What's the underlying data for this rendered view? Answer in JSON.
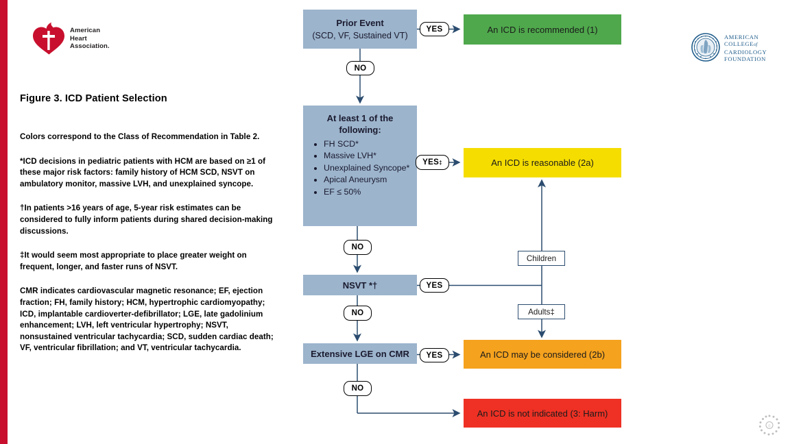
{
  "page": {
    "edge_stripe_color": "#C8102E",
    "background": "#ffffff"
  },
  "logos": {
    "aha": {
      "name": "american-heart-association-logo",
      "line1": "American",
      "line2": "Heart",
      "line3": "Association.",
      "mark_color": "#C8102E"
    },
    "acc": {
      "name": "american-college-of-cardiology-foundation-logo",
      "line1": "AMERICAN",
      "line2": "COLLEGE",
      "line2_sm": "of",
      "line3": "CARDIOLOGY",
      "line4": "FOUNDATION",
      "color": "#1F5C8B"
    },
    "watermark": {
      "name": "circular-watermark"
    }
  },
  "figure": {
    "title": "Figure 3. ICD Patient Selection",
    "notes": [
      "Colors correspond to the Class of Recommendation in Table 2.",
      "*ICD decisions in pediatric patients with HCM are based on ≥1 of these major risk factors: family history of HCM SCD, NSVT on ambulatory monitor, massive LVH, and unexplained syncope.",
      "†In patients >16 years of age, 5-year risk estimates can be considered to fully inform patients during shared decision-making discussions.",
      "‡It would seem most appropriate to place greater weight on frequent, longer, and faster runs of NSVT.",
      "CMR indicates cardiovascular magnetic resonance; EF, ejection fraction; FH, family history; HCM, hypertrophic cardiomyopathy; ICD, implantable cardioverter-defibrillator; LGE, late gadolinium enhancement; LVH, left ventricular hypertrophy; NSVT, nonsustained ventricular tachycardia; SCD, sudden cardiac death; VF, ventricular fibrillation; and VT, ventricular tachycardia."
    ]
  },
  "chart_data": {
    "type": "diagram",
    "title": "Figure 3. ICD Patient Selection",
    "colors": {
      "decision": "#9CB4CC",
      "class_1_green": "#4FA84C",
      "class_2a_yellow": "#F5DD00",
      "class_2b_orange": "#F5A21E",
      "class_3_red": "#EE3124",
      "connector": "#2B4C6F"
    },
    "nodes": [
      {
        "id": "prior-event",
        "kind": "decision",
        "title": "Prior Event",
        "subtitle": "(SCD, VF, Sustained VT)"
      },
      {
        "id": "criteria",
        "kind": "decision",
        "title": "At least 1 of the following:",
        "bullets": [
          "FH SCD*",
          "Massive LVH*",
          "Unexplained Syncope*",
          "Apical Aneurysm",
          "EF ≤ 50%"
        ]
      },
      {
        "id": "nsvt",
        "kind": "decision",
        "title": "NSVT *†"
      },
      {
        "id": "lge",
        "kind": "decision",
        "title": "Extensive LGE on CMR"
      },
      {
        "id": "recommended",
        "kind": "outcome",
        "color": "green",
        "label": "An ICD is recommended (1)"
      },
      {
        "id": "reasonable",
        "kind": "outcome",
        "color": "yellow",
        "label": "An ICD is reasonable (2a)"
      },
      {
        "id": "considered",
        "kind": "outcome",
        "color": "orange",
        "label": "An ICD may be considered (2b)"
      },
      {
        "id": "not-indicated",
        "kind": "outcome",
        "color": "red",
        "label": "An ICD is not indicated (3: Harm)"
      },
      {
        "id": "children",
        "kind": "branch",
        "label": "Children"
      },
      {
        "id": "adults",
        "kind": "branch",
        "label": "Adults‡"
      }
    ],
    "edges": [
      {
        "from": "prior-event",
        "to": "recommended",
        "label": "YES"
      },
      {
        "from": "prior-event",
        "to": "criteria",
        "label": "NO"
      },
      {
        "from": "criteria",
        "to": "reasonable",
        "label": "YES‡"
      },
      {
        "from": "criteria",
        "to": "nsvt",
        "label": "NO"
      },
      {
        "from": "nsvt",
        "to": "children",
        "label": "YES"
      },
      {
        "from": "children",
        "to": "reasonable",
        "label": ""
      },
      {
        "from": "nsvt",
        "to": "adults",
        "label": "YES"
      },
      {
        "from": "adults",
        "to": "considered",
        "label": ""
      },
      {
        "from": "nsvt",
        "to": "lge",
        "label": "NO"
      },
      {
        "from": "lge",
        "to": "considered",
        "label": "YES"
      },
      {
        "from": "lge",
        "to": "not-indicated",
        "label": "NO"
      }
    ]
  },
  "flow": {
    "prior_event": {
      "title": "Prior Event",
      "subtitle": "(SCD, VF, Sustained VT)"
    },
    "criteria": {
      "header": "At least 1 of the following:",
      "bullets": [
        "FH SCD*",
        "Massive LVH*",
        "Unexplained Syncope*",
        "Apical Aneurysm",
        "EF ≤ 50%"
      ]
    },
    "nsvt": {
      "label": "NSVT *†"
    },
    "lge": {
      "label": "Extensive LGE on CMR"
    },
    "outcomes": {
      "recommended": "An ICD is recommended (1)",
      "reasonable": "An ICD is reasonable (2a)",
      "considered": "An ICD may be considered (2b)",
      "not_indicated": "An ICD is not indicated (3: Harm)"
    },
    "branches": {
      "children": "Children",
      "adults": "Adults‡"
    },
    "labels": {
      "yes": "YES",
      "no": "NO",
      "yes_dagger_main": "YES",
      "yes_dagger_sup": "‡"
    }
  }
}
